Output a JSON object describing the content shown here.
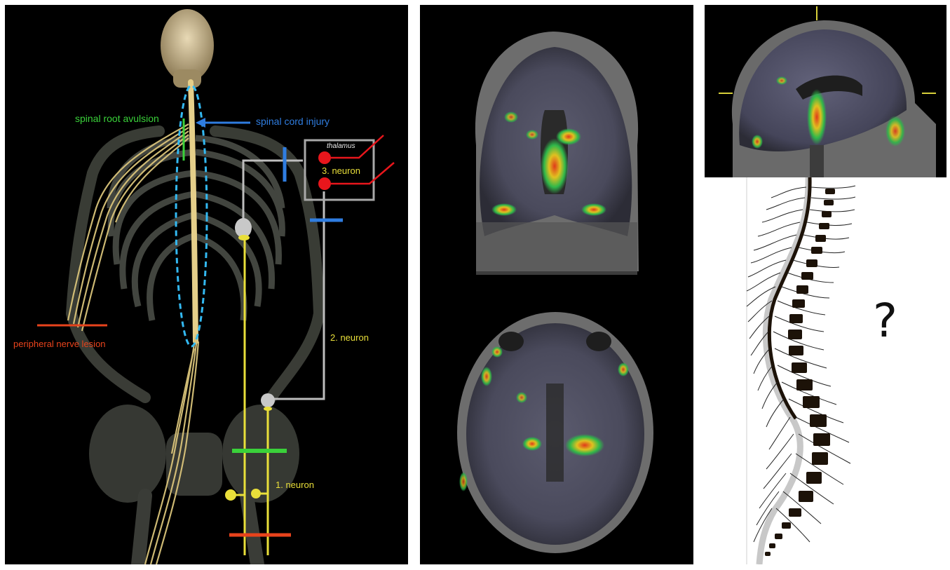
{
  "left_panel": {
    "labels": {
      "spinal_root_avulsion": "spinal root avulsion",
      "spinal_cord_injury": "spinal cord injury",
      "peripheral_nerve_lesion": "peripheral nerve lesion",
      "thalamus": "thalamus",
      "neuron_3": "3. neuron",
      "neuron_2": "2. neuron",
      "neuron_1": "1. neuron"
    },
    "colors": {
      "avulsion": "#3ad13a",
      "cord_injury": "#2f7de0",
      "nerve_lesion": "#e8431c",
      "neuron": "#e9df3a",
      "pathway": "#bdbdbd",
      "thalamic_neuron": "#e8161c"
    }
  },
  "right_panel": {
    "question_mark": "?"
  }
}
